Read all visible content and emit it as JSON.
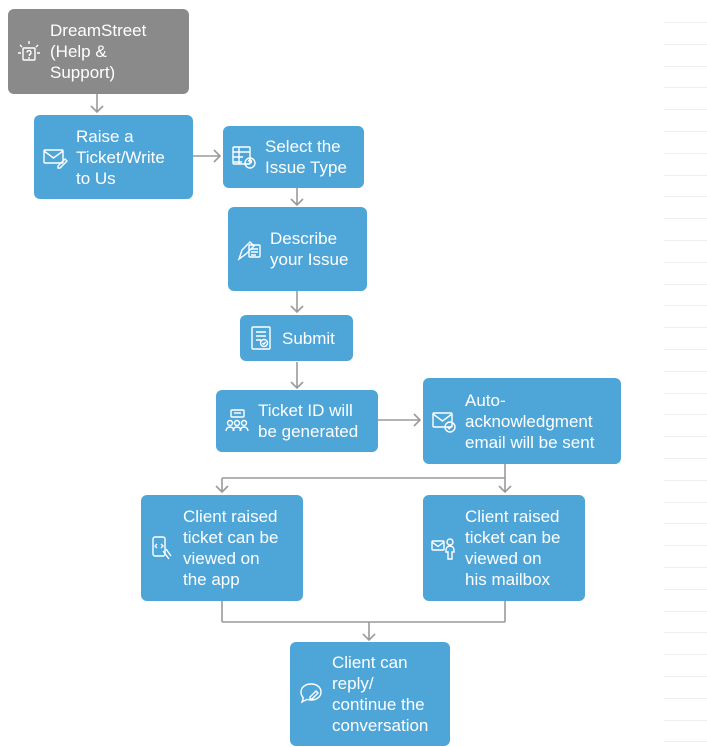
{
  "colors": {
    "node": "#4ea6d8",
    "start_node": "#8a8a8a",
    "connector": "#9a9a9a",
    "text": "#ffffff"
  },
  "nodes": [
    {
      "id": "start",
      "label": "DreamStreet\n(Help &\nSupport)",
      "icon": "help-sign-icon"
    },
    {
      "id": "raise",
      "label": "Raise a\nTicket/Write\nto Us",
      "icon": "mail-edit-icon"
    },
    {
      "id": "select",
      "label": "Select the\nIssue Type",
      "icon": "issue-table-icon"
    },
    {
      "id": "describe",
      "label": "Describe\nyour Issue",
      "icon": "hand-writing-icon"
    },
    {
      "id": "submit",
      "label": "Submit",
      "icon": "document-check-icon"
    },
    {
      "id": "ticket",
      "label": "Ticket ID will\nbe generated",
      "icon": "ticket-people-icon"
    },
    {
      "id": "auto",
      "label": "Auto-\nacknowledgment\nemail will be sent",
      "icon": "mail-check-icon"
    },
    {
      "id": "app",
      "label": "Client raised\nticket can be\nviewed on\nthe app",
      "icon": "mobile-tap-icon"
    },
    {
      "id": "mailbox",
      "label": "Client raised\nticket can be\nviewed on\nhis mailbox",
      "icon": "mail-person-icon"
    },
    {
      "id": "reply",
      "label": "Client can\nreply/\ncontinue the\nconversation",
      "icon": "chat-bubble-icon"
    }
  ],
  "edges": [
    {
      "from": "start",
      "to": "raise"
    },
    {
      "from": "raise",
      "to": "select"
    },
    {
      "from": "select",
      "to": "describe"
    },
    {
      "from": "describe",
      "to": "submit"
    },
    {
      "from": "submit",
      "to": "ticket"
    },
    {
      "from": "ticket",
      "to": "auto"
    },
    {
      "from": "auto",
      "to": "app"
    },
    {
      "from": "auto",
      "to": "mailbox"
    },
    {
      "from": "app",
      "to": "reply"
    },
    {
      "from": "mailbox",
      "to": "reply"
    }
  ]
}
